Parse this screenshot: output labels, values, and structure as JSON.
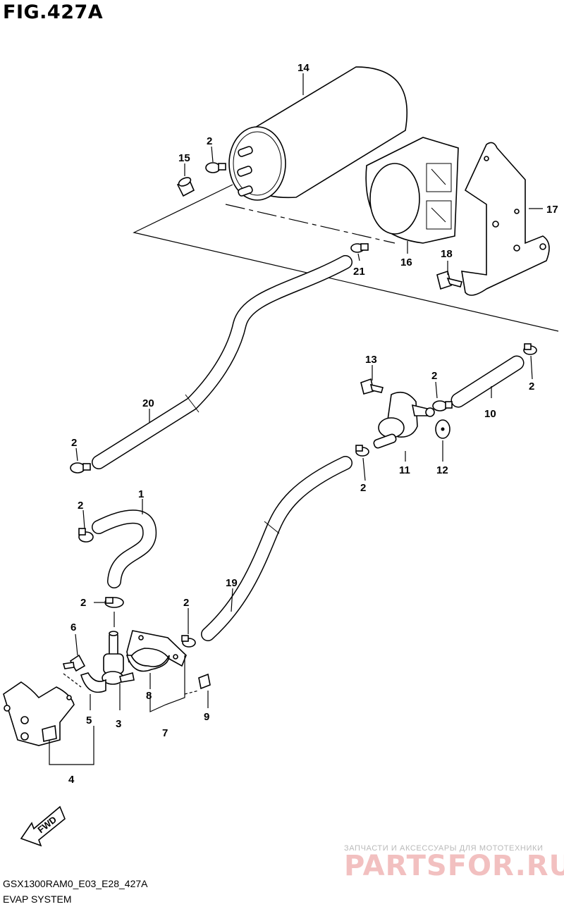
{
  "figure": {
    "title": "FIG.427A"
  },
  "footer": {
    "code": "GSX1300RAM0_E03_E28_427A",
    "caption": "EVAP SYSTEM"
  },
  "fwd_label": "FWD",
  "watermark": {
    "tagline": "ЗАПЧАСТИ И АКСЕССУАРЫ ДЛЯ МОТОТЕХНИКИ",
    "logo": "PARTSFOR.RU"
  },
  "callouts": {
    "p14": "14",
    "p15": "15",
    "p2_canister": "2",
    "p16": "16",
    "p17": "17",
    "p18": "18",
    "p21": "21",
    "p13": "13",
    "p2_valve": "2",
    "p2_hose10": "2",
    "p10": "10",
    "p20": "20",
    "p2_hose20": "2",
    "p11": "11",
    "p12": "12",
    "p2_hose19top": "2",
    "p1": "1",
    "p2_hose1": "2",
    "p2_clamp": "2",
    "p19": "19",
    "p2_hose19": "2",
    "p6": "6",
    "p8": "8",
    "p9": "9",
    "p5": "5",
    "p3": "3",
    "p7": "7",
    "p4": "4"
  }
}
